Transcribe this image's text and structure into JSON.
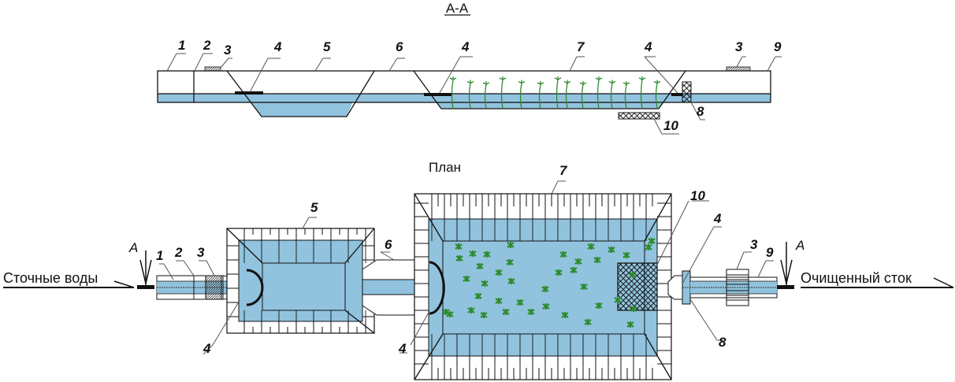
{
  "section": {
    "title": "А-А",
    "labels": [
      "1",
      "2",
      "3",
      "4",
      "5",
      "6",
      "4",
      "7",
      "4",
      "3",
      "9",
      "8",
      "10"
    ]
  },
  "plan": {
    "title": "План",
    "inflow_label": "Сточные воды",
    "outflow_label": "Очищенный сток",
    "section_mark": "А",
    "labels": {
      "n1": "1",
      "n2": "2",
      "n3_left": "3",
      "n4_left": "4",
      "n5": "5",
      "n6": "6",
      "n4_mid": "4",
      "n7": "7",
      "n10": "10",
      "n4_right": "4",
      "n3_right": "3",
      "n9": "9",
      "n8": "8"
    }
  },
  "colors": {
    "water": "#91c3de",
    "plants": "#2e8b2e",
    "lines": "#111111"
  }
}
